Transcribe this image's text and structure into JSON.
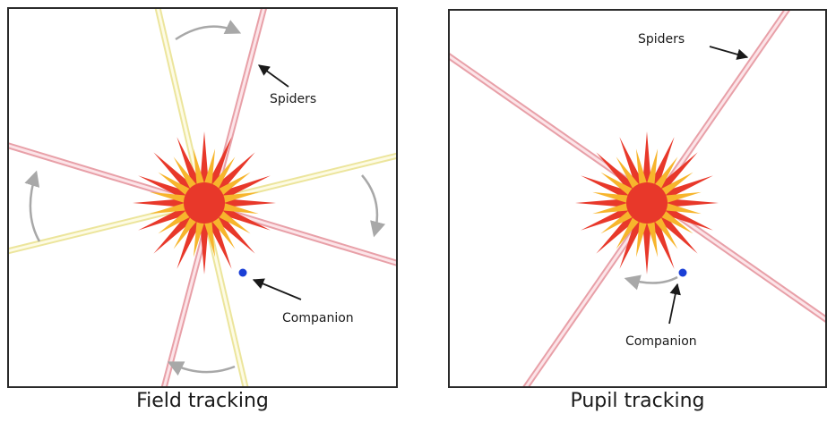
{
  "panels": [
    {
      "caption": "Field tracking",
      "labels": {
        "spiders": "Spiders",
        "companion": "Companion"
      }
    },
    {
      "caption": "Pupil tracking",
      "labels": {
        "spiders": "Spiders",
        "companion": "Companion"
      }
    }
  ],
  "colors": {
    "spider_pink": "#e8a0a8",
    "spider_pink_fill": "#fce4e8",
    "spider_yellow": "#ece59c",
    "spider_yellow_fill": "#fdfbe4",
    "star_outer": "#e8382a",
    "star_inner": "#f7b52c",
    "star_core": "#e8382a",
    "companion_dot": "#1a3fd6",
    "rotation_arrow": "#a8a8a8"
  }
}
